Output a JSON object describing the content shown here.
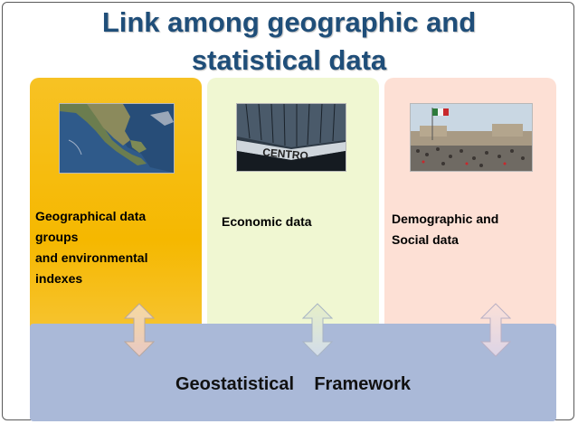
{
  "title": {
    "line1": "Link among geographic and",
    "line2": "statistical data"
  },
  "columns": [
    {
      "label_lines": [
        "Geographical data",
        "groups",
        "and environmental",
        "indexes"
      ],
      "color": "#f5b800",
      "image": "satellite-map-mexico"
    },
    {
      "label": "Economic data",
      "color": "#f0f7d2",
      "image": "office-building-centro"
    },
    {
      "label_lines": [
        "Demographic and",
        "Social data"
      ],
      "color": "#fde0d5",
      "image": "crowd-plaza-flag"
    }
  ],
  "framework": {
    "label": "Geostatistical    Framework",
    "color": "#aab9d8"
  },
  "icons": [
    "double-arrow-icon"
  ]
}
